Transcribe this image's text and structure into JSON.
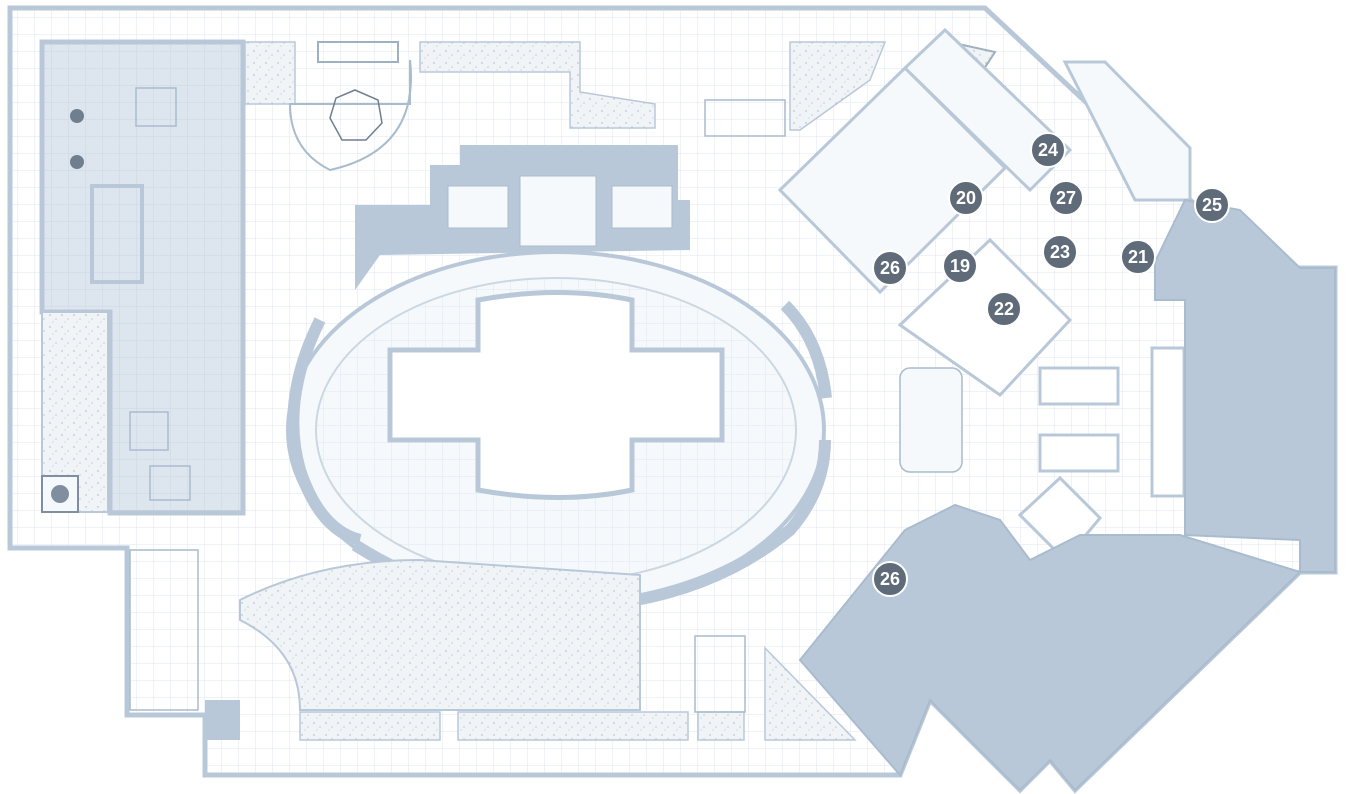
{
  "colors": {
    "wall": "#b9c8d8",
    "grid": "#dfe7ef",
    "line": "#a9bccd",
    "floor": "#f6f9fb",
    "pool": "#e9eff5",
    "marker_fill": "#5f6b78",
    "marker_text": "#ffffff"
  },
  "markers": [
    {
      "id": "m1",
      "label": "24"
    },
    {
      "id": "m2",
      "label": "20"
    },
    {
      "id": "m3",
      "label": "27"
    },
    {
      "id": "m4",
      "label": "25"
    },
    {
      "id": "m5",
      "label": "23"
    },
    {
      "id": "m6",
      "label": "21"
    },
    {
      "id": "m7",
      "label": "26"
    },
    {
      "id": "m8",
      "label": "19"
    },
    {
      "id": "m9",
      "label": "22"
    },
    {
      "id": "m10",
      "label": "26"
    }
  ]
}
